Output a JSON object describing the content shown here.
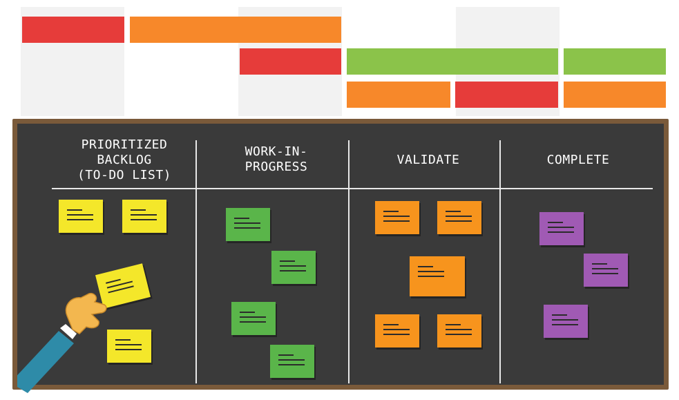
{
  "colors": {
    "red": "#e63c3a",
    "orange": "#f7882a",
    "green": "#8bc34a",
    "yellow": "#f4e72a",
    "sticky_green": "#5ab54a",
    "sticky_orange": "#f7941d",
    "purple": "#a05ab4",
    "board": "#3a3a3a",
    "frame": "#7a5a3a"
  },
  "timeline": {
    "rows": [
      {
        "row": 1,
        "bars": [
          {
            "color": "red"
          },
          {
            "color": "orange"
          }
        ]
      },
      {
        "row": 2,
        "bars": [
          {
            "color": "red"
          },
          {
            "color": "green"
          },
          {
            "color": "green"
          }
        ]
      },
      {
        "row": 3,
        "bars": [
          {
            "color": "orange"
          },
          {
            "color": "red"
          },
          {
            "color": "orange"
          }
        ]
      }
    ]
  },
  "board": {
    "columns": [
      {
        "title": "PRIORITIZED\nBACKLOG\n(TO-DO LIST)",
        "note_color": "yellow",
        "notes": 4
      },
      {
        "title": "WORK-IN-\nPROGRESS",
        "note_color": "sticky_green",
        "notes": 4
      },
      {
        "title": "VALIDATE",
        "note_color": "sticky_orange",
        "notes": 5
      },
      {
        "title": "COMPLETE",
        "note_color": "purple",
        "notes": 3
      }
    ]
  }
}
